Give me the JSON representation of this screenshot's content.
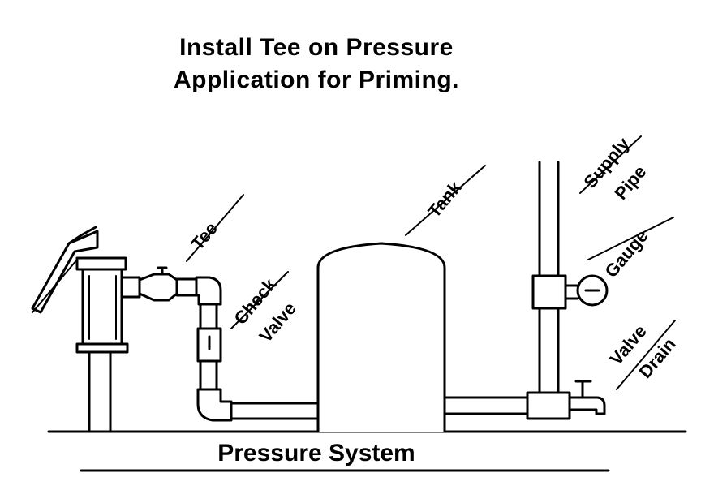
{
  "title": {
    "line1": "Install Tee on Pressure",
    "line2": "Application for Priming."
  },
  "caption": "Pressure System",
  "labels": {
    "tee": "Tee",
    "check_valve_1": "Check",
    "check_valve_2": "Valve",
    "tank": "Tank",
    "supply_pipe_1": "Supply",
    "supply_pipe_2": "Pipe",
    "gauge": "Gauge",
    "valve_drain_1": "Valve",
    "valve_drain_2": "Drain"
  }
}
